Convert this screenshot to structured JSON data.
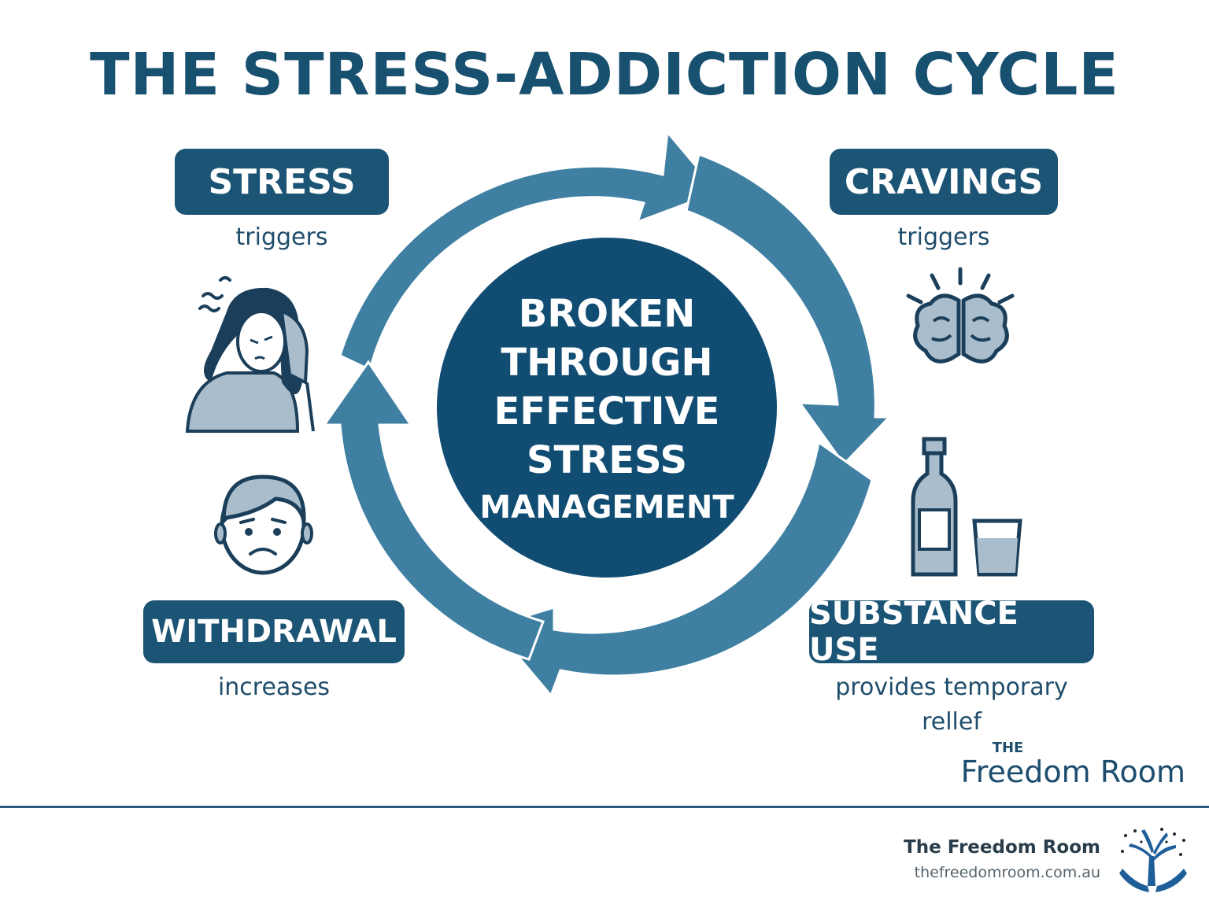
{
  "title": "THE STRESS-ADDICTION CYCLE",
  "stages": [
    {
      "label": "STRESS",
      "caption": "triggers",
      "icon": "stressed-woman-icon"
    },
    {
      "label": "CRAVINGS",
      "caption": "triggers",
      "icon": "brain-icon"
    },
    {
      "label": "SUBSTANCE USE",
      "caption_line1": "provides temporary",
      "caption_line2": "rellef",
      "icon": "bottle-and-glass-icon"
    },
    {
      "label": "WITHDRAWAL",
      "caption": "increases",
      "icon": "sad-face-icon"
    }
  ],
  "center": {
    "line1": "BROKEN",
    "line2": "THROUGH",
    "line3": "EFFECTIVE",
    "line4": "STRESS",
    "line5": "MANAGEMENT"
  },
  "watermark": {
    "the": "THE",
    "name": "Freedom Room"
  },
  "footer": {
    "name": "The Freedom Room",
    "url": "thefreedomroom.com.au",
    "logo": "tree-hands-logo-icon"
  },
  "colors": {
    "dark_blue": "#1b5474",
    "arrow_blue": "#3f7fa2",
    "icon_fill": "#a9bdcc",
    "title": "#18506f"
  }
}
